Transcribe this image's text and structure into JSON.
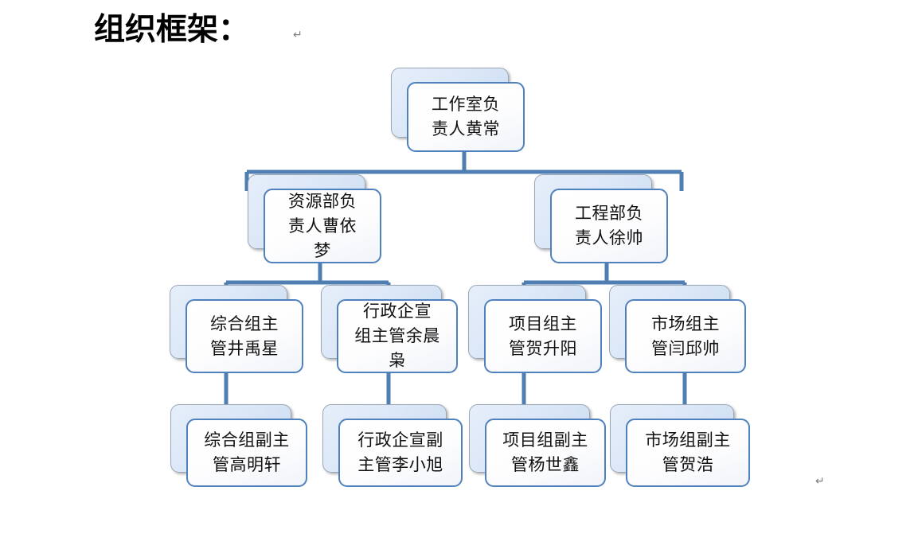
{
  "page": {
    "title": "组织框架：",
    "title_pilcrow": "↵",
    "bottom_pilcrow": "↵",
    "background_color": "#ffffff"
  },
  "theme": {
    "card_border_color": "#4f81bd",
    "plate_border_color": "#9aa7b5",
    "plate_fill_top": "#e6eefa",
    "plate_fill_bottom": "#c6d9f1",
    "card_fill": "#ffffff",
    "connector_color": "#4f7eb3",
    "text_color": "#111111",
    "pilcrow_color": "#808080"
  },
  "chart_data": {
    "type": "org-chart",
    "title": "组织框架：",
    "levels": 4,
    "nodes": [
      {
        "id": "n1",
        "label": "工作室负责人黄常",
        "lines": [
          "工作室负",
          "责人黄常"
        ],
        "level": 1,
        "parent": null
      },
      {
        "id": "n2",
        "label": "资源部负责人曹依梦",
        "lines": [
          "资源部负",
          "责人曹依",
          "梦"
        ],
        "level": 2,
        "parent": "n1"
      },
      {
        "id": "n3",
        "label": "工程部负责人徐帅",
        "lines": [
          "工程部负",
          "责人徐帅"
        ],
        "level": 2,
        "parent": "n1"
      },
      {
        "id": "n4",
        "label": "综合组主管井禹星",
        "lines": [
          "综合组主",
          "管井禹星"
        ],
        "level": 3,
        "parent": "n2"
      },
      {
        "id": "n5",
        "label": "行政企宣组主管余晨枭",
        "lines": [
          "行政企宣",
          "组主管余晨",
          "枭"
        ],
        "level": 3,
        "parent": "n2"
      },
      {
        "id": "n6",
        "label": "项目组主管贺升阳",
        "lines": [
          "项目组主",
          "管贺升阳"
        ],
        "level": 3,
        "parent": "n3"
      },
      {
        "id": "n7",
        "label": "市场组主管闫邱帅",
        "lines": [
          "市场组主",
          "管闫邱帅"
        ],
        "level": 3,
        "parent": "n3"
      },
      {
        "id": "n8",
        "label": "综合组副主管高明轩",
        "lines": [
          "综合组副主",
          "管高明轩"
        ],
        "level": 4,
        "parent": "n4"
      },
      {
        "id": "n9",
        "label": "行政企宣副主管李小旭",
        "lines": [
          "行政企宣副",
          "主管李小旭"
        ],
        "level": 4,
        "parent": "n5"
      },
      {
        "id": "n10",
        "label": "项目组副主管杨世鑫",
        "lines": [
          "项目组副主",
          "管杨世鑫"
        ],
        "level": 4,
        "parent": "n6"
      },
      {
        "id": "n11",
        "label": "市场组副主管贺浩",
        "lines": [
          "市场组副主",
          "管贺浩"
        ],
        "level": 4,
        "parent": "n7"
      }
    ],
    "edges": [
      {
        "from": "n1",
        "to": "n2"
      },
      {
        "from": "n1",
        "to": "n3"
      },
      {
        "from": "n2",
        "to": "n4"
      },
      {
        "from": "n2",
        "to": "n5"
      },
      {
        "from": "n3",
        "to": "n6"
      },
      {
        "from": "n3",
        "to": "n7"
      },
      {
        "from": "n4",
        "to": "n8"
      },
      {
        "from": "n5",
        "to": "n9"
      },
      {
        "from": "n6",
        "to": "n10"
      },
      {
        "from": "n7",
        "to": "n11"
      }
    ]
  },
  "nodes": {
    "n1": {
      "l0": "工作室负",
      "l1": "责人黄常",
      "l2": ""
    },
    "n2": {
      "l0": "资源部负",
      "l1": "责人曹依",
      "l2": "梦"
    },
    "n3": {
      "l0": "工程部负",
      "l1": "责人徐帅",
      "l2": ""
    },
    "n4": {
      "l0": "综合组主",
      "l1": "管井禹星",
      "l2": ""
    },
    "n5": {
      "l0": "行政企宣",
      "l1": "组主管余晨",
      "l2": "枭"
    },
    "n6": {
      "l0": "项目组主",
      "l1": "管贺升阳",
      "l2": ""
    },
    "n7": {
      "l0": "市场组主",
      "l1": "管闫邱帅",
      "l2": ""
    },
    "n8": {
      "l0": "综合组副主",
      "l1": "管高明轩",
      "l2": ""
    },
    "n9": {
      "l0": "行政企宣副",
      "l1": "主管李小旭",
      "l2": ""
    },
    "n10": {
      "l0": "项目组副主",
      "l1": "管杨世鑫",
      "l2": ""
    },
    "n11": {
      "l0": "市场组副主",
      "l1": "管贺浩",
      "l2": ""
    }
  }
}
